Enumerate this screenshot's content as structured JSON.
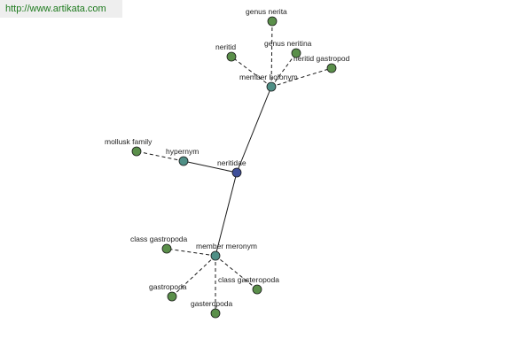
{
  "watermark": {
    "text": "http://www.artikata.com"
  },
  "colors": {
    "center": "#3f4f9a",
    "relation": "#4f8f86",
    "leaf": "#5a8f4a",
    "edge": "#1a1a1a",
    "label": "#222222"
  },
  "graph": {
    "nodes": [
      {
        "id": "neritidae",
        "label": "neritidae",
        "kind": "center"
      },
      {
        "id": "member-holonym",
        "label": "member holonym",
        "kind": "relation"
      },
      {
        "id": "hypernym",
        "label": "hypernym",
        "kind": "relation"
      },
      {
        "id": "member-meronym",
        "label": "member meronym",
        "kind": "relation"
      },
      {
        "id": "genus-nerita",
        "label": "genus nerita",
        "kind": "leaf"
      },
      {
        "id": "neritid",
        "label": "neritid",
        "kind": "leaf"
      },
      {
        "id": "genus-neritina",
        "label": "genus neritina",
        "kind": "leaf"
      },
      {
        "id": "neritid-gastropod",
        "label": "neritid gastropod",
        "kind": "leaf"
      },
      {
        "id": "mollusk-family",
        "label": "mollusk family",
        "kind": "leaf"
      },
      {
        "id": "class-gastropoda",
        "label": "class gastropoda",
        "kind": "leaf"
      },
      {
        "id": "gastropoda",
        "label": "gastropoda",
        "kind": "leaf"
      },
      {
        "id": "class-gasteropoda",
        "label": "class gasteropoda",
        "kind": "leaf"
      },
      {
        "id": "gasteropoda",
        "label": "gasteropoda",
        "kind": "leaf"
      }
    ],
    "edges": [
      {
        "from": "neritidae",
        "to": "member-holonym",
        "style": "solid"
      },
      {
        "from": "neritidae",
        "to": "hypernym",
        "style": "solid"
      },
      {
        "from": "neritidae",
        "to": "member-meronym",
        "style": "solid"
      },
      {
        "from": "member-holonym",
        "to": "genus-nerita",
        "style": "dashed"
      },
      {
        "from": "member-holonym",
        "to": "neritid",
        "style": "dashed"
      },
      {
        "from": "member-holonym",
        "to": "genus-neritina",
        "style": "dashed"
      },
      {
        "from": "member-holonym",
        "to": "neritid-gastropod",
        "style": "dashed"
      },
      {
        "from": "hypernym",
        "to": "mollusk-family",
        "style": "dashed"
      },
      {
        "from": "member-meronym",
        "to": "class-gastropoda",
        "style": "dashed"
      },
      {
        "from": "member-meronym",
        "to": "gastropoda",
        "style": "dashed"
      },
      {
        "from": "member-meronym",
        "to": "class-gasteropoda",
        "style": "dashed"
      },
      {
        "from": "member-meronym",
        "to": "gasteropoda",
        "style": "dashed"
      }
    ]
  }
}
